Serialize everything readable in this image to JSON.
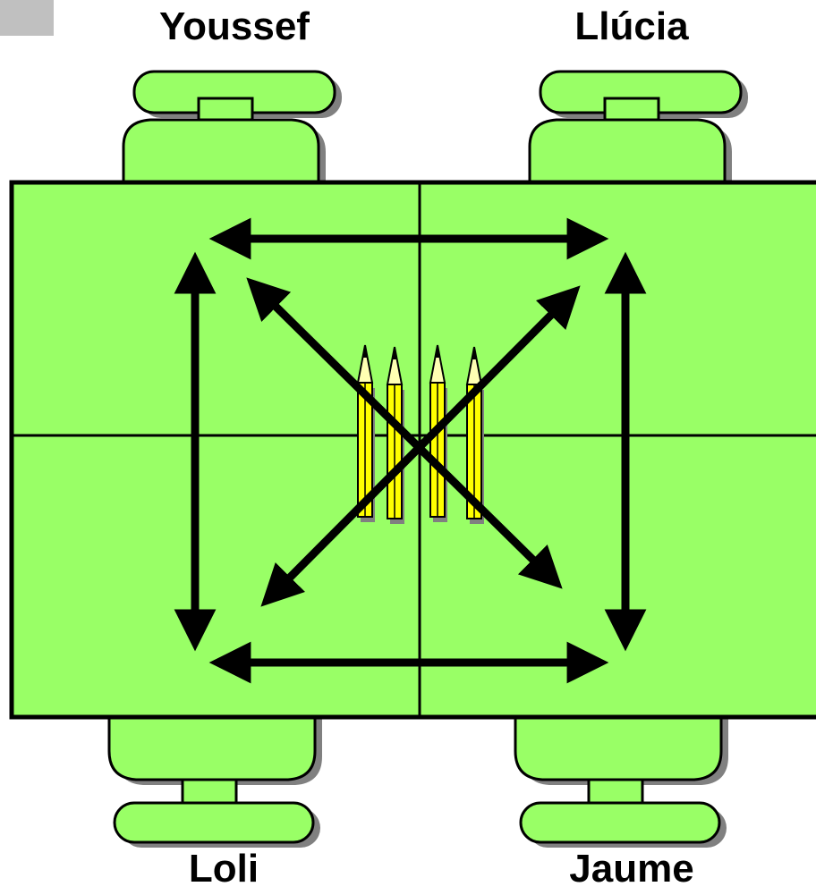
{
  "students": {
    "top_left": "Youssef",
    "top_right": "Llúcia",
    "bottom_left": "Loli",
    "bottom_right": "Jaume"
  },
  "colors": {
    "furniture": "#99ff66",
    "outline": "#000000",
    "shadow": "#808080",
    "pencil_body": "#ffff00",
    "pencil_wood": "#ffffb3",
    "corner_tab": "#c0c0c0"
  },
  "icons": {
    "chair": "chair-icon",
    "pencil": "pencil-icon",
    "arrow": "double-headed-arrow-icon"
  }
}
